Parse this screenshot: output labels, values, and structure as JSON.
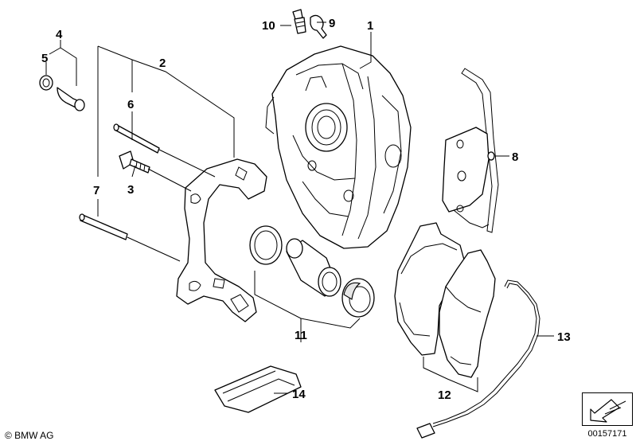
{
  "labels": {
    "l1": "1",
    "l2": "2",
    "l3": "3",
    "l4": "4",
    "l5": "5",
    "l6": "6",
    "l7": "7",
    "l8": "8",
    "l9": "9",
    "l10": "10",
    "l11": "11",
    "l12": "12",
    "l13": "13",
    "l14": "14"
  },
  "footer": {
    "copyright": "© BMW AG",
    "doc_number": "00157171"
  },
  "nav_icon": "arrow-down-left-icon"
}
